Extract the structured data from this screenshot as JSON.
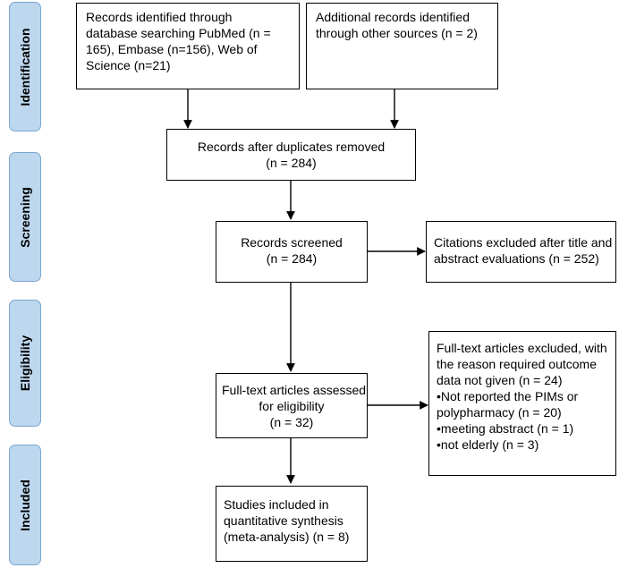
{
  "phases": {
    "identification": "Identification",
    "screening": "Screening",
    "eligibility": "Eligibility",
    "included": "Included"
  },
  "boxes": {
    "database_records": {
      "lines": [
        "Records identified through",
        "database searching PubMed (n =",
        "165), Embase (n=156), Web of",
        "Science (n=21)"
      ]
    },
    "other_sources": {
      "lines": [
        "Additional records identified",
        "through other sources (n = 2)"
      ]
    },
    "after_duplicates": {
      "lines": [
        "Records after duplicates removed",
        "(n = 284)"
      ]
    },
    "screened": {
      "lines": [
        "Records screened",
        "(n = 284)"
      ]
    },
    "excluded_title_abstract": {
      "lines": [
        "Citations excluded after title and",
        "abstract evaluations (n = 252)"
      ]
    },
    "full_text_assessed": {
      "lines": [
        "Full-text articles assessed",
        "for eligibility",
        "(n = 32)"
      ]
    },
    "full_text_excluded": {
      "lines": [
        "Full-text articles excluded, with",
        "the reason required outcome",
        "data not given (n = 24)",
        "•Not reported the PIMs or",
        "polypharmacy (n = 20)",
        "•meeting abstract (n = 1)",
        "•not elderly (n = 3)"
      ]
    },
    "included_studies": {
      "lines": [
        "Studies included in",
        "quantitative synthesis",
        "(meta-analysis) (n = 8)"
      ]
    }
  }
}
